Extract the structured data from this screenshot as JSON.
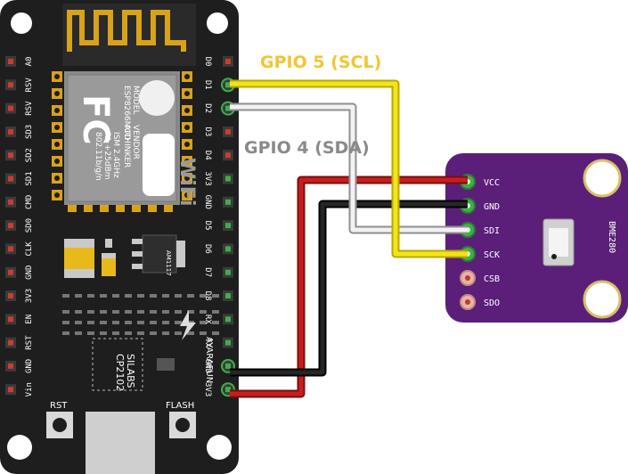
{
  "esp_board": {
    "left_pins": [
      "A0",
      "RSV",
      "RSV",
      "SD3",
      "SD2",
      "SD1",
      "CMD",
      "SD0",
      "CLK",
      "GND",
      "3V3",
      "EN",
      "RST",
      "GND",
      "Vin"
    ],
    "right_pins": [
      "D0",
      "D1",
      "D2",
      "D3",
      "D4",
      "3V3",
      "GND",
      "D5",
      "D6",
      "D7",
      "D8",
      "RX",
      "TX",
      "GND",
      "3V3"
    ],
    "module_text": [
      "MODEL",
      "ESP8266MOD",
      "VENDOR",
      "AITHINKER",
      "ISM 2.4GHz",
      "PA +25dBm",
      "802.11b/g/n"
    ],
    "fcc_logo": "FC",
    "wifi_logo": "WiFi",
    "regulator": "AM1117",
    "usb_chip": [
      "SILABS",
      "CP2102"
    ],
    "brand": "AYARAFUN",
    "rst_label": "RST",
    "flash_label": "FLASH"
  },
  "bme_board": {
    "name": "BME280",
    "pins": [
      "VCC",
      "GND",
      "SDI",
      "SCK",
      "CSB",
      "SDO"
    ]
  },
  "labels": {
    "scl": "GPIO 5 (SCL)",
    "sda": "GPIO 4 (SDA)"
  },
  "colors": {
    "board": "#1e1e1e",
    "bme": "#5b1f7a",
    "scl_wire": "#f5e31a",
    "sda_wire": "#c8c8c8",
    "vcc_wire": "#c81e1e",
    "gnd_wire": "#1a1a1a",
    "scl_label": "#f2c531",
    "sda_label": "#8a8a8a"
  }
}
